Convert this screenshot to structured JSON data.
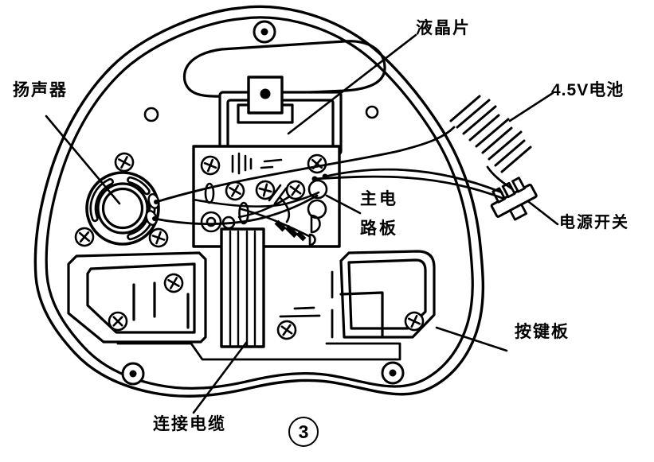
{
  "figure": {
    "number": "3"
  },
  "colors": {
    "ink": "#000000",
    "paper": "#ffffff"
  },
  "labels": {
    "lcd": "液晶片",
    "battery": "4.5V电池",
    "speaker": "扬声器",
    "main_board_line1": "主电",
    "main_board_line2": "路板",
    "main_board_full": "主电路板",
    "power_switch": "电源开关",
    "keypad": "按键板",
    "cable": "连接电缆"
  }
}
